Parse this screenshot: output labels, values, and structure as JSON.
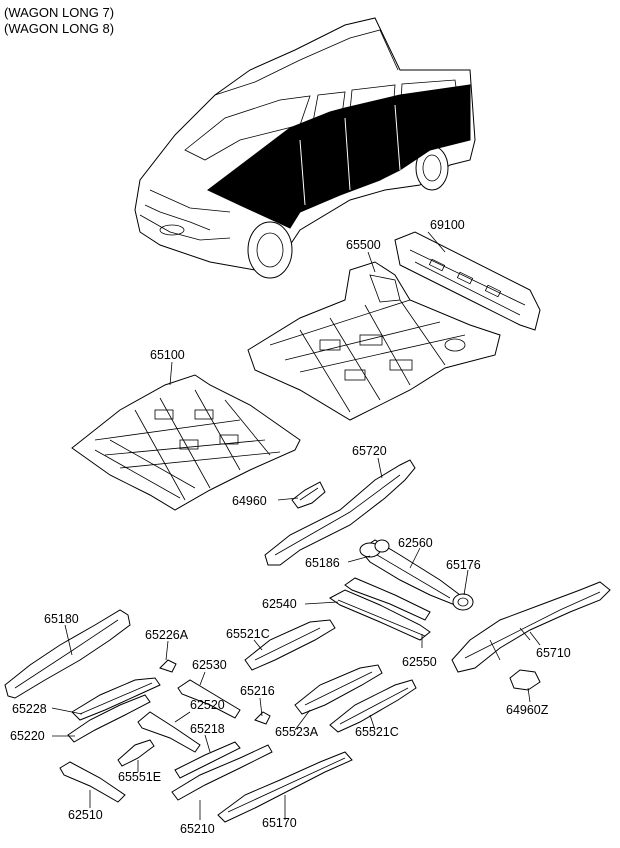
{
  "header": {
    "line1": "(WAGON LONG 7)",
    "line2": "(WAGON LONG 8)"
  },
  "parts": {
    "p69100": "69100",
    "p65500": "65500",
    "p65100": "65100",
    "p65720": "65720",
    "p64960": "64960",
    "p62560": "62560",
    "p65186": "65186",
    "p65176": "65176",
    "p62540": "62540",
    "p65180": "65180",
    "p65226A": "65226A",
    "p65521C_top": "65521C",
    "p62530": "62530",
    "p62550": "62550",
    "p65710": "65710",
    "p65216": "65216",
    "p65228": "65228",
    "p62520": "62520",
    "p65523A": "65523A",
    "p65521C_bottom": "65521C",
    "p64960Z": "64960Z",
    "p65220": "65220",
    "p65218": "65218",
    "p65551E": "65551E",
    "p62510": "62510",
    "p65210": "65210",
    "p65170": "65170"
  }
}
